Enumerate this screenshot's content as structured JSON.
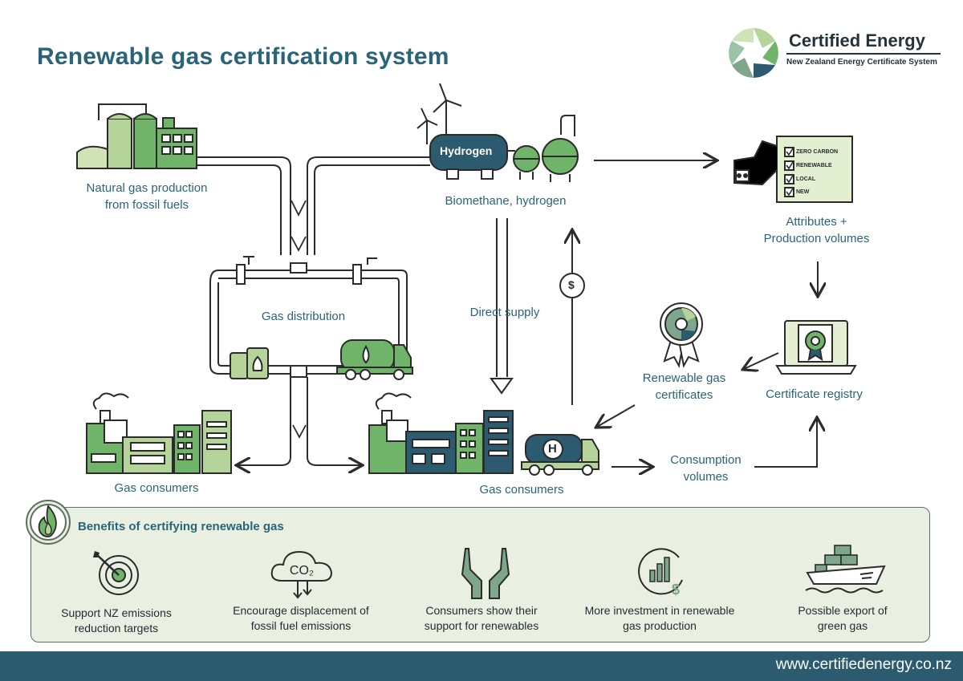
{
  "title": "Renewable gas certification system",
  "logo": {
    "name": "Certified Energy",
    "tagline": "New Zealand Energy Certificate System"
  },
  "nodes": {
    "natural_gas": "Natural gas production\nfrom fossil fuels",
    "biomethane": "Biomethane, hydrogen",
    "hydrogen_tank": "Hydrogen",
    "attributes": "Attributes +\nProduction volumes",
    "gas_distribution": "Gas distribution",
    "direct_supply": "Direct supply",
    "dollar_symbol": "$",
    "renewable_certs": "Renewable gas\ncertificates",
    "cert_registry": "Certificate registry",
    "gas_consumers_left": "Gas consumers",
    "gas_consumers_right": "Gas consumers",
    "consumption": "Consumption\nvolumes"
  },
  "checklist": [
    "ZERO CARBON",
    "RENEWABLE",
    "LOCAL",
    "NEW"
  ],
  "benefits": {
    "title": "Benefits of certifying renewable gas",
    "items": [
      {
        "label": "Support NZ emissions\nreduction targets",
        "icon": "target-icon"
      },
      {
        "label": "Encourage displacement of\nfossil fuel emissions",
        "icon": "co2-cloud-icon",
        "icon_text": "CO₂"
      },
      {
        "label": "Consumers show their\nsupport for renewables",
        "icon": "hands-icon"
      },
      {
        "label": "More investment in renewable\ngas production",
        "icon": "investment-chart-icon",
        "icon_text": "$"
      },
      {
        "label": "Possible export of\ngreen gas",
        "icon": "cargo-ship-icon"
      }
    ]
  },
  "footer": {
    "url": "www.certifiedenergy.co.nz"
  },
  "colors": {
    "title": "#2a6478",
    "dark_teal": "#2c5a6e",
    "light_green": "#b5d49a",
    "mid_green": "#6fb468",
    "sage": "#7ea68a",
    "benefits_bg": "#e9f0e2"
  }
}
